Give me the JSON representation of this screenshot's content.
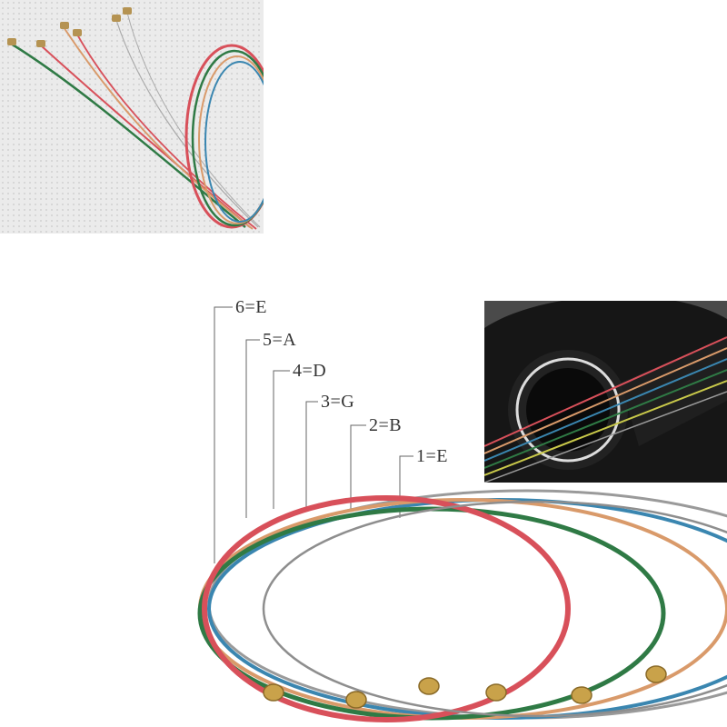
{
  "strings": [
    {
      "label": "6=E"
    },
    {
      "label": "5=A"
    },
    {
      "label": "4=D"
    },
    {
      "label": "3=G"
    },
    {
      "label": "2=B"
    },
    {
      "label": "1=E"
    }
  ],
  "colors": {
    "red": "#d8505a",
    "green": "#2f7a45",
    "orange": "#d99a6a",
    "blue": "#3a86b0",
    "silver": "#9a9a9a",
    "brass": "#c9a24a"
  }
}
